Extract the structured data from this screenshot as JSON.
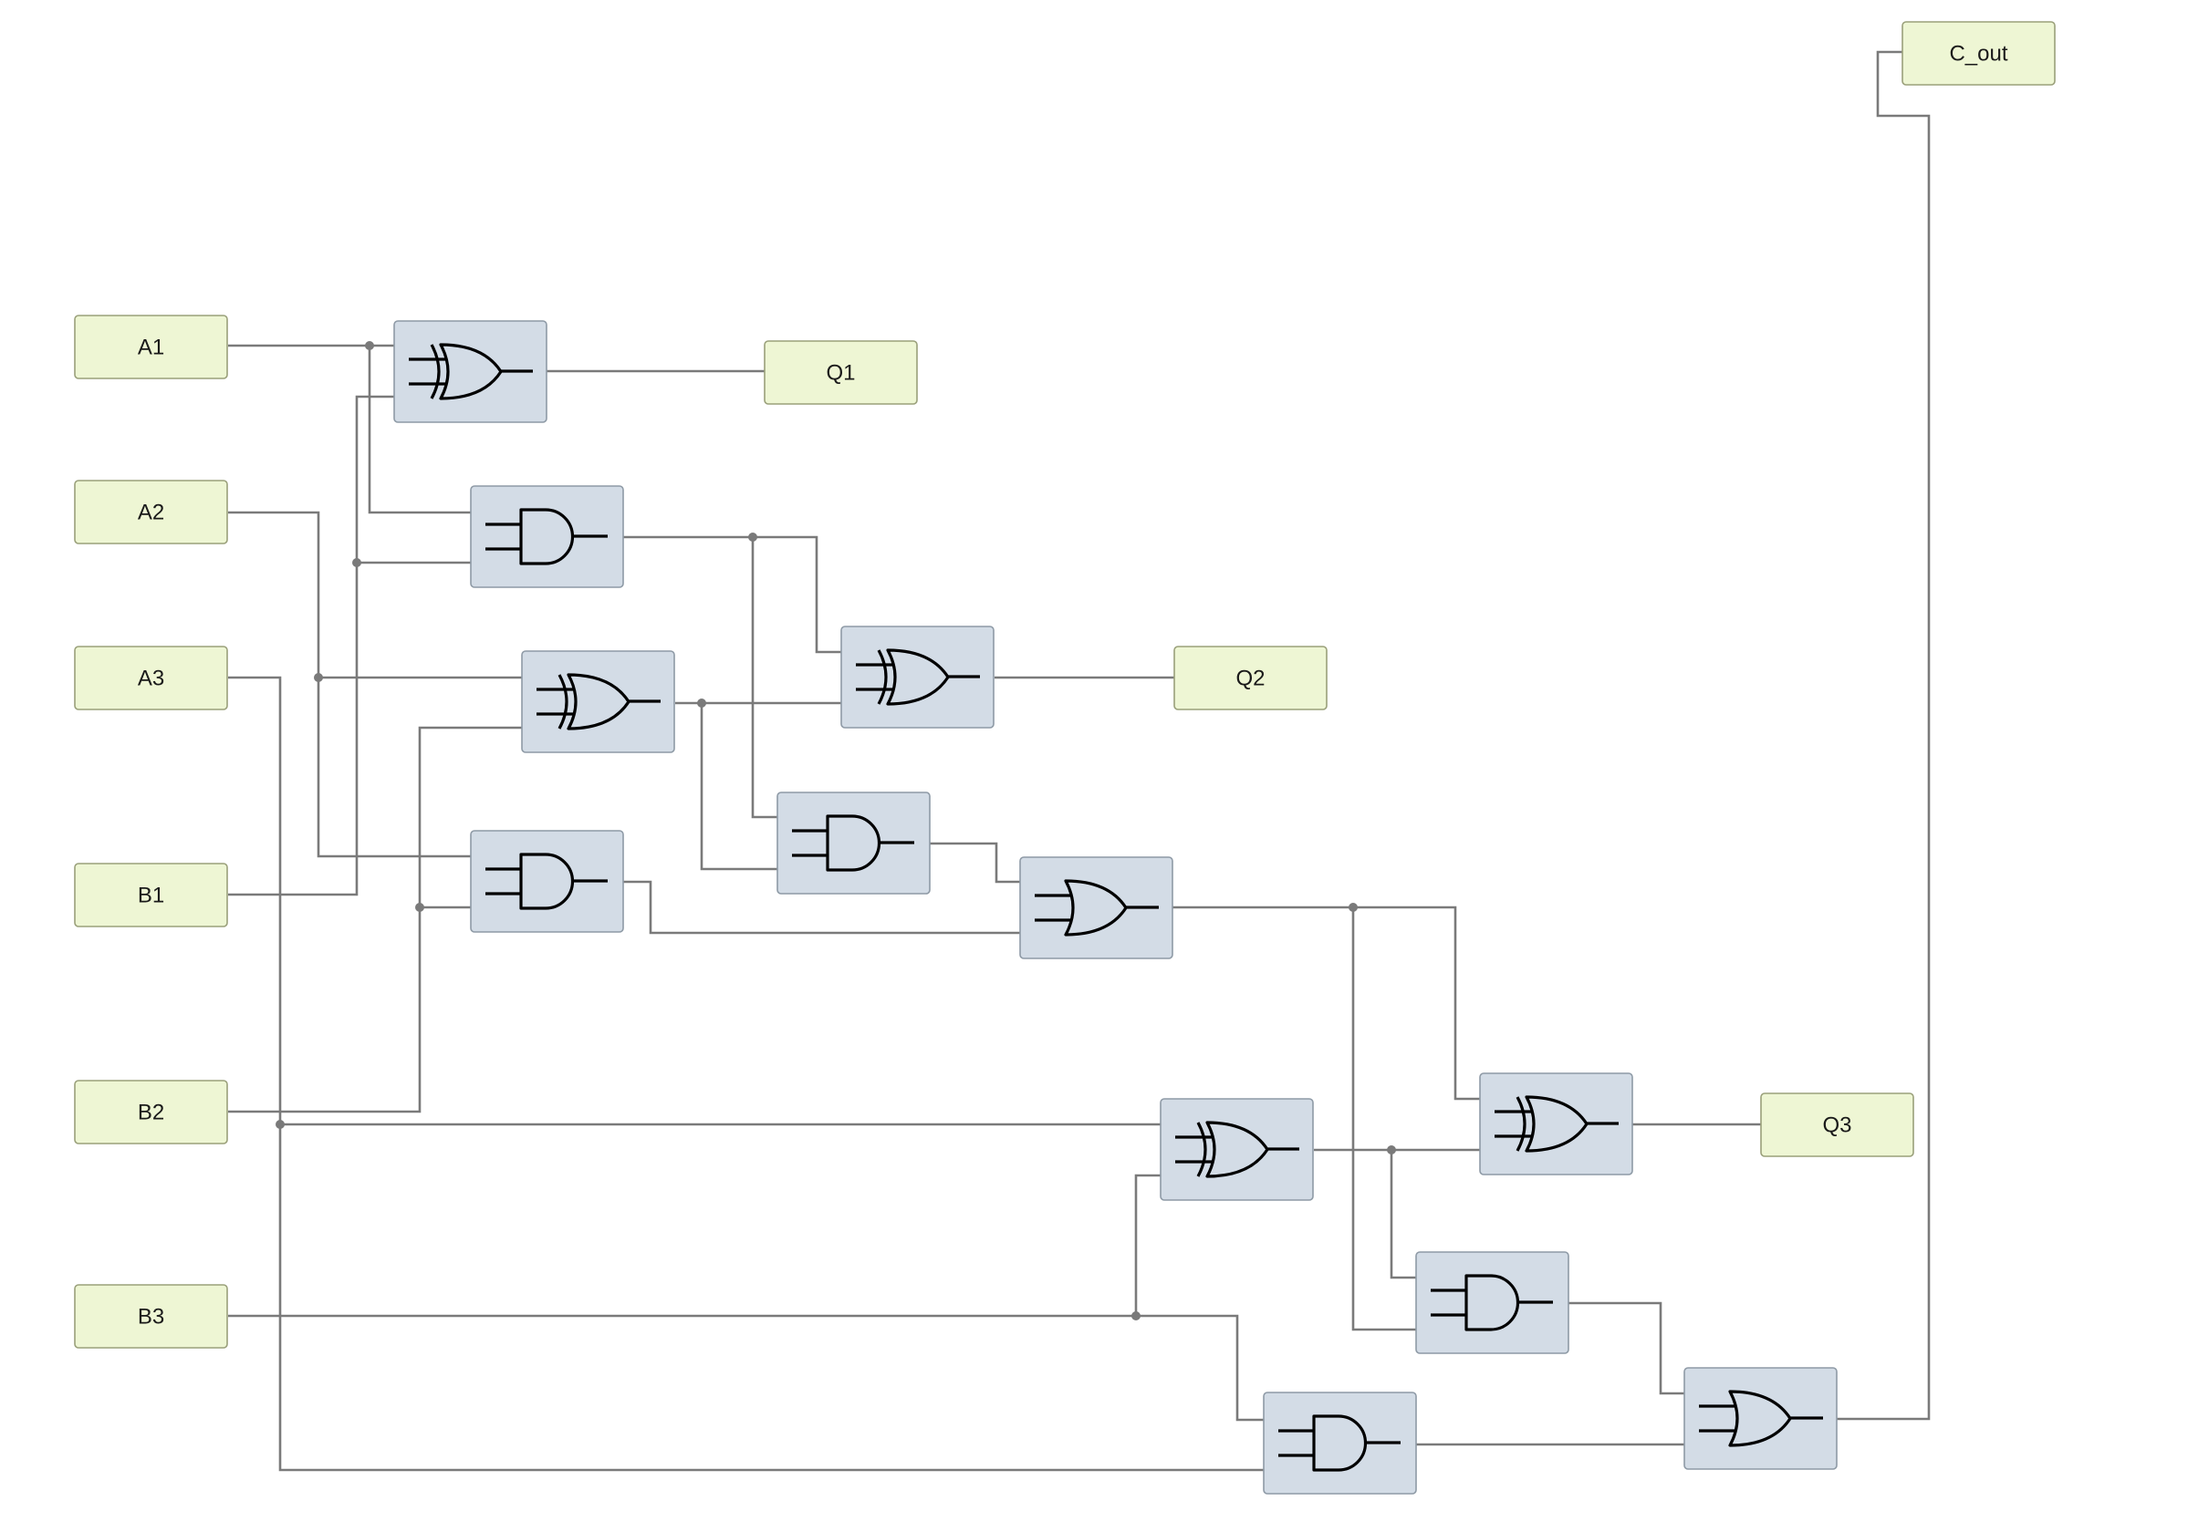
{
  "inputs": [
    {
      "id": "A1",
      "label": "A1"
    },
    {
      "id": "A2",
      "label": "A2"
    },
    {
      "id": "A3",
      "label": "A3"
    },
    {
      "id": "B1",
      "label": "B1"
    },
    {
      "id": "B2",
      "label": "B2"
    },
    {
      "id": "B3",
      "label": "B3"
    }
  ],
  "outputs": [
    {
      "id": "Q1",
      "label": "Q1"
    },
    {
      "id": "Q2",
      "label": "Q2"
    },
    {
      "id": "Q3",
      "label": "Q3"
    },
    {
      "id": "C_out",
      "label": "C_out"
    }
  ],
  "gates": [
    {
      "id": "xor1",
      "type": "xor-icon"
    },
    {
      "id": "and1",
      "type": "and-icon"
    },
    {
      "id": "xor2",
      "type": "xor-icon"
    },
    {
      "id": "and2",
      "type": "and-icon"
    },
    {
      "id": "xor3",
      "type": "xor-icon"
    },
    {
      "id": "and3",
      "type": "and-icon"
    },
    {
      "id": "or1",
      "type": "or-icon"
    },
    {
      "id": "xor4",
      "type": "xor-icon"
    },
    {
      "id": "xor5",
      "type": "xor-icon"
    },
    {
      "id": "and4",
      "type": "and-icon"
    },
    {
      "id": "and5",
      "type": "and-icon"
    },
    {
      "id": "or2",
      "type": "or-icon"
    }
  ],
  "colors": {
    "io_fill": "#eef6d4",
    "gate_fill": "#d3dce6",
    "wire": "#7a7a7a"
  }
}
